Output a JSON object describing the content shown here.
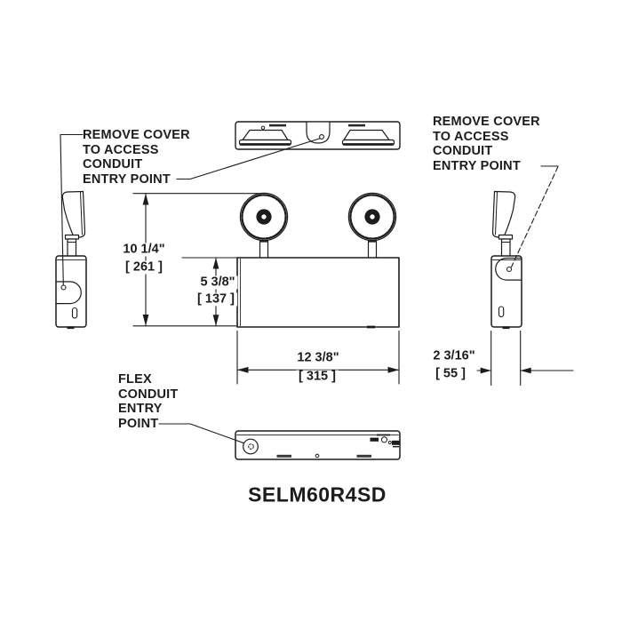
{
  "page": {
    "background": "#ffffff",
    "ink": "#1c1c1c"
  },
  "title": {
    "model": "SELM60R4SD"
  },
  "notes": {
    "left": {
      "lines": [
        "REMOVE COVER",
        "TO ACCESS",
        "CONDUIT",
        "ENTRY POINT"
      ]
    },
    "right": {
      "lines": [
        "REMOVE COVER",
        "TO ACCESS",
        "CONDUIT",
        "ENTRY POINT"
      ]
    },
    "flex": {
      "lines": [
        "FLEX",
        "CONDUIT",
        "ENTRY",
        "POINT"
      ]
    }
  },
  "dimensions": {
    "overall_height": {
      "inches": "10 1/4\"",
      "mm": "[ 261 ]"
    },
    "body_height": {
      "inches": "5 3/8\"",
      "mm": "[ 137 ]"
    },
    "body_width": {
      "inches": "12 3/8\"",
      "mm": "[ 315 ]"
    },
    "body_depth": {
      "inches": "2 3/16\"",
      "mm": "[ 55 ]"
    }
  }
}
